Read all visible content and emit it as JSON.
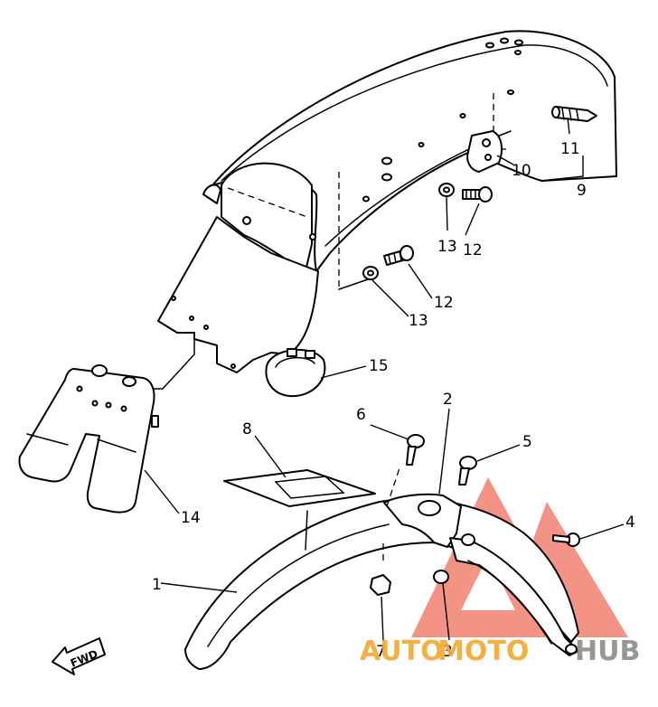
{
  "diagram": {
    "callouts": [
      {
        "id": "c1",
        "label": "1"
      },
      {
        "id": "c2",
        "label": "2"
      },
      {
        "id": "c3",
        "label": "3"
      },
      {
        "id": "c4",
        "label": "4"
      },
      {
        "id": "c5",
        "label": "5"
      },
      {
        "id": "c6",
        "label": "6"
      },
      {
        "id": "c7",
        "label": "7"
      },
      {
        "id": "c8",
        "label": "8"
      },
      {
        "id": "c9",
        "label": "9"
      },
      {
        "id": "c10",
        "label": "10"
      },
      {
        "id": "c11",
        "label": "11"
      },
      {
        "id": "c12a",
        "label": "12"
      },
      {
        "id": "c12b",
        "label": "12"
      },
      {
        "id": "c13a",
        "label": "13"
      },
      {
        "id": "c13b",
        "label": "13"
      },
      {
        "id": "c14",
        "label": "14"
      },
      {
        "id": "c15",
        "label": "15"
      }
    ],
    "direction_arrow": "FWD"
  },
  "watermark": {
    "text_a": "AUTO",
    "text_b": "MOTO",
    "text_c": "HUB",
    "color_primary": "#f08070",
    "color_orange": "#f5a830",
    "color_gray": "#8c8c8c"
  }
}
